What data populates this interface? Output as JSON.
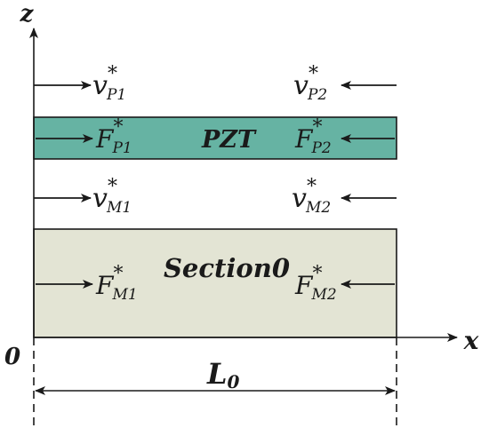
{
  "axes": {
    "z_label": "z",
    "x_label": "x",
    "origin_label": "0"
  },
  "length": {
    "main": "L",
    "sub": "0"
  },
  "layers": {
    "pzt": {
      "label": "PZT",
      "color": "#66b3a3"
    },
    "section": {
      "label": "Section0",
      "color": "#e3e4d4"
    }
  },
  "quantities": {
    "v_p1": {
      "main": "v",
      "sup": "*",
      "sub": "P1"
    },
    "v_p2": {
      "main": "v",
      "sup": "*",
      "sub": "P2"
    },
    "f_p1": {
      "main": "F",
      "sup": "*",
      "sub": "P1"
    },
    "f_p2": {
      "main": "F",
      "sup": "*",
      "sub": "P2"
    },
    "v_m1": {
      "main": "v",
      "sup": "*",
      "sub": "M1"
    },
    "v_m2": {
      "main": "v",
      "sup": "*",
      "sub": "M2"
    },
    "f_m1": {
      "main": "F",
      "sup": "*",
      "sub": "M1"
    },
    "f_m2": {
      "main": "F",
      "sup": "*",
      "sub": "M2"
    }
  }
}
